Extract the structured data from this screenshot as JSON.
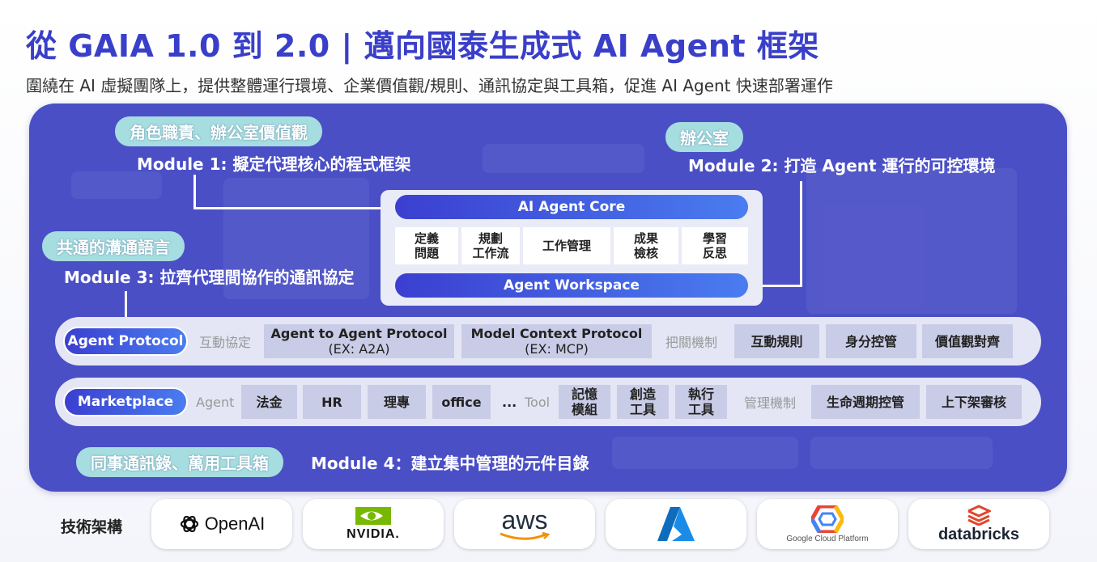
{
  "header": {
    "title": "從 GAIA 1.0 到 2.0 | 邁向國泰生成式 AI Agent 框架",
    "subtitle": "圍繞在 AI 虛擬團隊上，提供整體運行環境、企業價值觀/規則、通訊協定與工具箱，促進 AI Agent 快速部署運作"
  },
  "modules": {
    "m1": {
      "tag": "角色職責、辦公室價值觀",
      "title": "Module 1: 擬定代理核心的程式框架"
    },
    "m2": {
      "tag": "辦公室",
      "title": "Module 2: 打造 Agent 運行的可控環境"
    },
    "m3": {
      "tag": "共通的溝通語言",
      "title": "Module 3: 拉齊代理間協作的通訊協定"
    },
    "m4": {
      "tag": "同事通訊錄、萬用工具箱",
      "title": "Module 4：建立集中管理的元件目錄"
    }
  },
  "core": {
    "top": "AI Agent Core",
    "bottom": "Agent Workspace",
    "cells": [
      "定義\n問題",
      "規劃\n工作流",
      "工作管理",
      "成果\n檢核",
      "學習\n反思"
    ]
  },
  "protocol_row": {
    "pill": "Agent Protocol",
    "label1": "互動協定",
    "a2a_title": "Agent to Agent Protocol",
    "a2a_sub": "(EX: A2A)",
    "mcp_title": "Model Context Protocol",
    "mcp_sub": "(EX: MCP)",
    "label2": "把關機制",
    "items": [
      "互動規則",
      "身分控管",
      "價值觀對齊"
    ]
  },
  "market_row": {
    "pill": "Marketplace",
    "agent_label": "Agent",
    "agents": [
      "法金",
      "HR",
      "理專",
      "office"
    ],
    "dots": "...",
    "tool_label": "Tool",
    "tools": [
      "記憶\n模組",
      "創造\n工具",
      "執行\n工具"
    ],
    "mgmt_label": "管理機制",
    "mgmt": [
      "生命週期控管",
      "上下架審核"
    ]
  },
  "tech": {
    "label": "技術架構",
    "logos": [
      "OpenAI",
      "NVIDIA.",
      "aws",
      "Azure",
      "Google Cloud Platform",
      "databricks"
    ]
  },
  "colors": {
    "title": "#3a3fc9",
    "panel": "#4a4fc6",
    "tag": "#a6dde0",
    "pill_gradient_start": "#3b3fd0",
    "pill_gradient_end": "#4a7cf0",
    "row_bg": "#e4e6f5",
    "cell_bg": "#c9cce6"
  }
}
